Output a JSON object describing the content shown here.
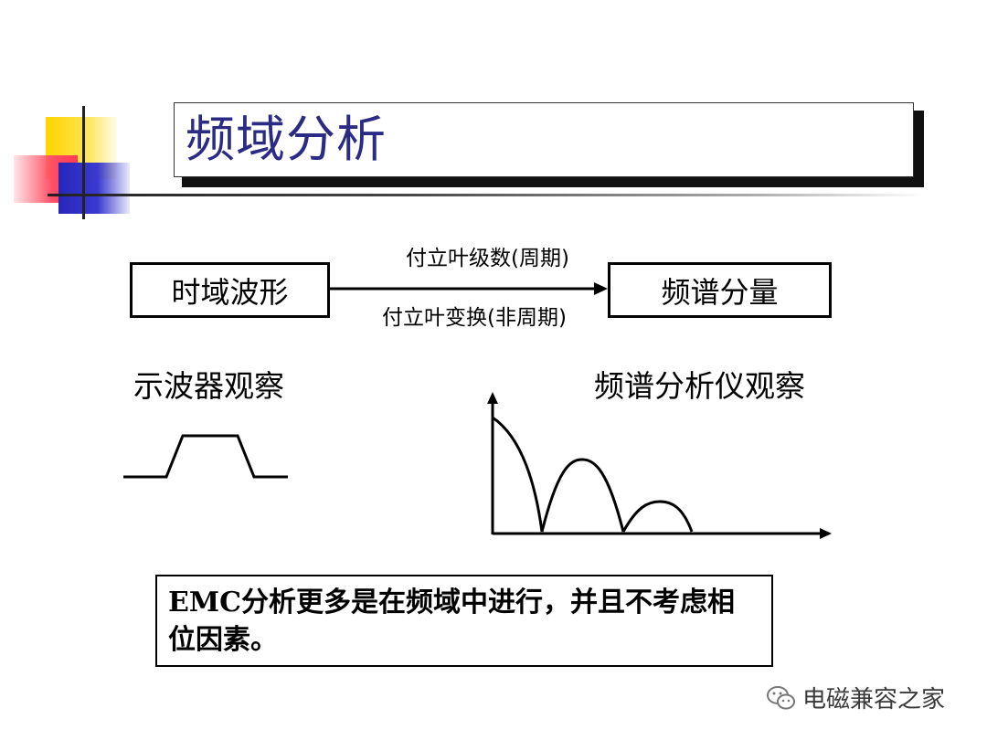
{
  "title": "频域分析",
  "flow": {
    "time_box": "时域波形",
    "freq_box": "频谱分量",
    "series_label": "付立叶级数(周期)",
    "transform_label": "付立叶变换(非周期)"
  },
  "captions": {
    "oscilloscope": "示波器观察",
    "spectrum_analyzer": "频谱分析仪观察"
  },
  "note": "EMC分析更多是在频域中进行，并且不考虑相位因素。",
  "watermark": "电磁兼容之家",
  "colors": {
    "title_text": "#2b2b85",
    "yellow": "#ffd400",
    "red": "#ff4f66",
    "blue": "#2626b8"
  }
}
